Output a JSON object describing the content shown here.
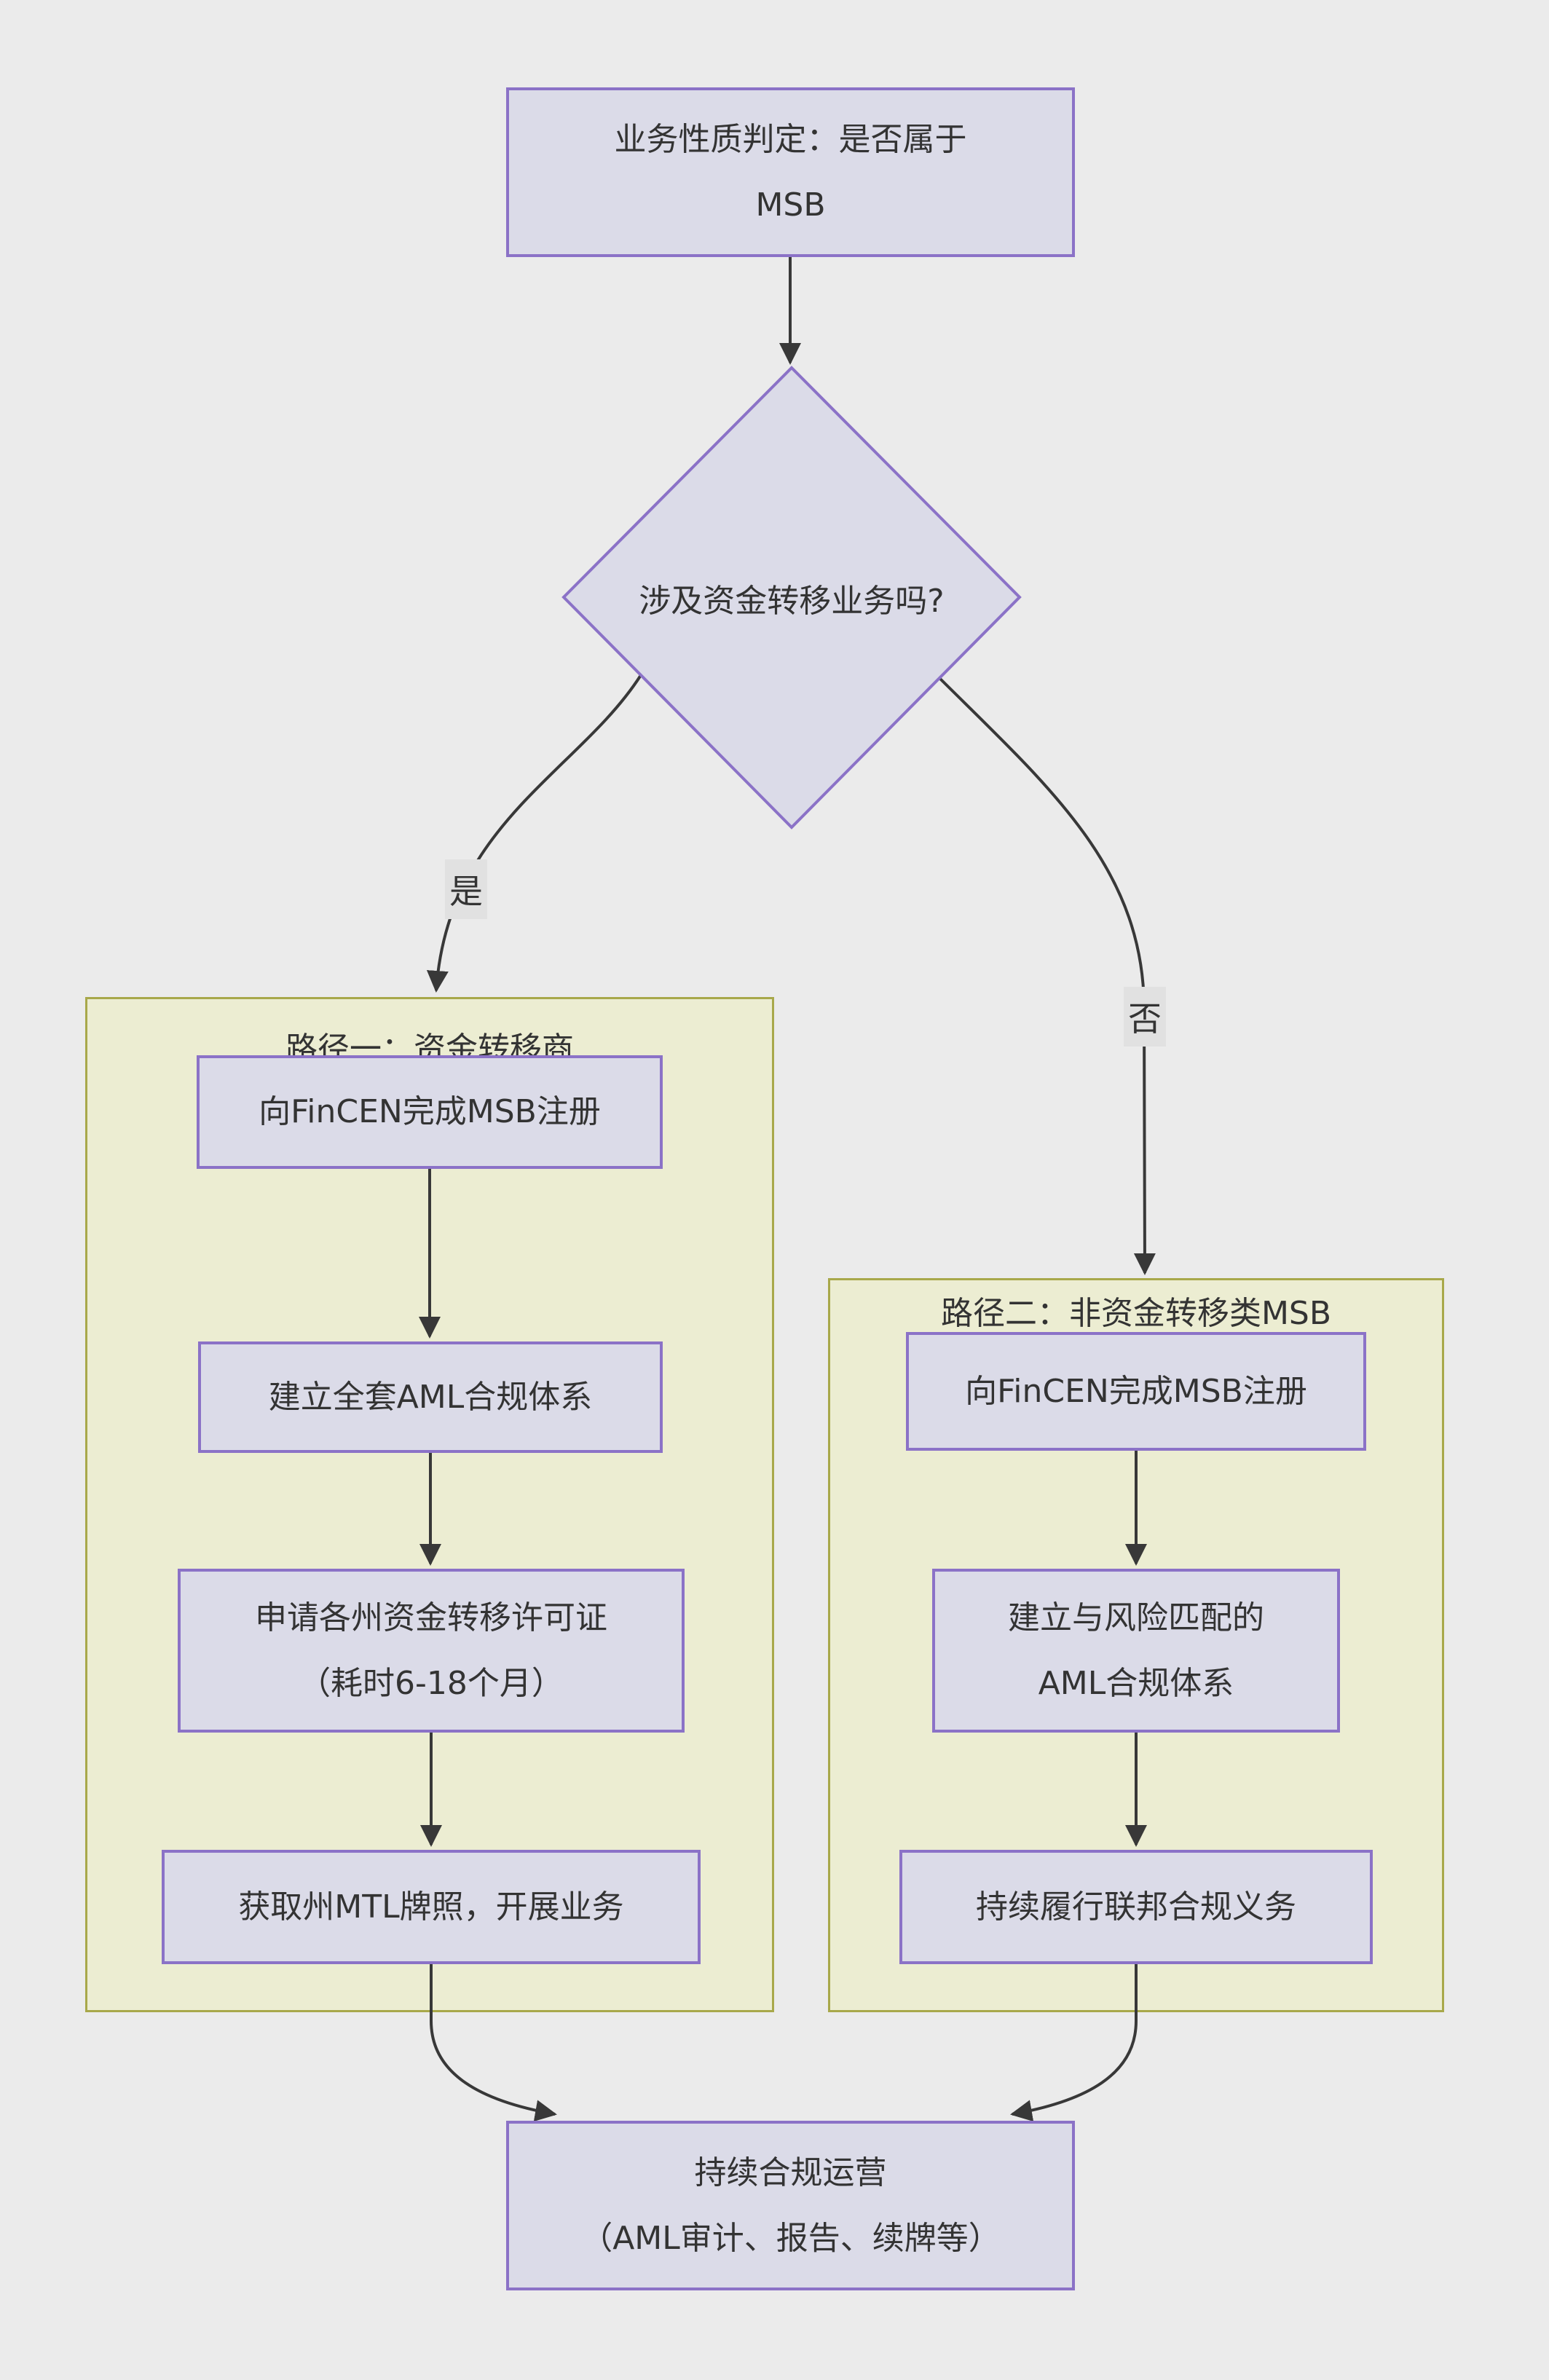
{
  "diagram": {
    "type": "flowchart",
    "direction": "top-down",
    "colors": {
      "page_bg": "#ebebeb",
      "node_fill": "#dbdbe8",
      "node_border": "#8b72c7",
      "subgraph_fill": "#ecedd2",
      "subgraph_border": "#a8a84a",
      "edge_line": "#383838",
      "text": "#333333",
      "edge_label_bg": "#e1e1e1"
    }
  },
  "nodes": {
    "start": {
      "text": "业务性质判定：是否属于\nMSB"
    },
    "decision": {
      "text": "涉及资金转移业务吗?"
    },
    "a1": {
      "text": "向FinCEN完成MSB注册"
    },
    "a2": {
      "text": "建立全套AML合规体系"
    },
    "a3": {
      "text": "申请各州资金转移许可证\n（耗时6-18个月）"
    },
    "a4": {
      "text": "获取州MTL牌照，开展业务"
    },
    "b1": {
      "text": "向FinCEN完成MSB注册"
    },
    "b2": {
      "text": "建立与风险匹配的\nAML合规体系"
    },
    "b3": {
      "text": "持续履行联邦合规义务"
    },
    "end": {
      "text": "持续合规运营\n（AML审计、报告、续牌等）"
    }
  },
  "subgraphs": {
    "path1": {
      "title": "路径一：资金转移商"
    },
    "path2": {
      "title": "路径二：非资金转移类MSB"
    }
  },
  "edge_labels": {
    "yes": "是",
    "no": "否"
  }
}
